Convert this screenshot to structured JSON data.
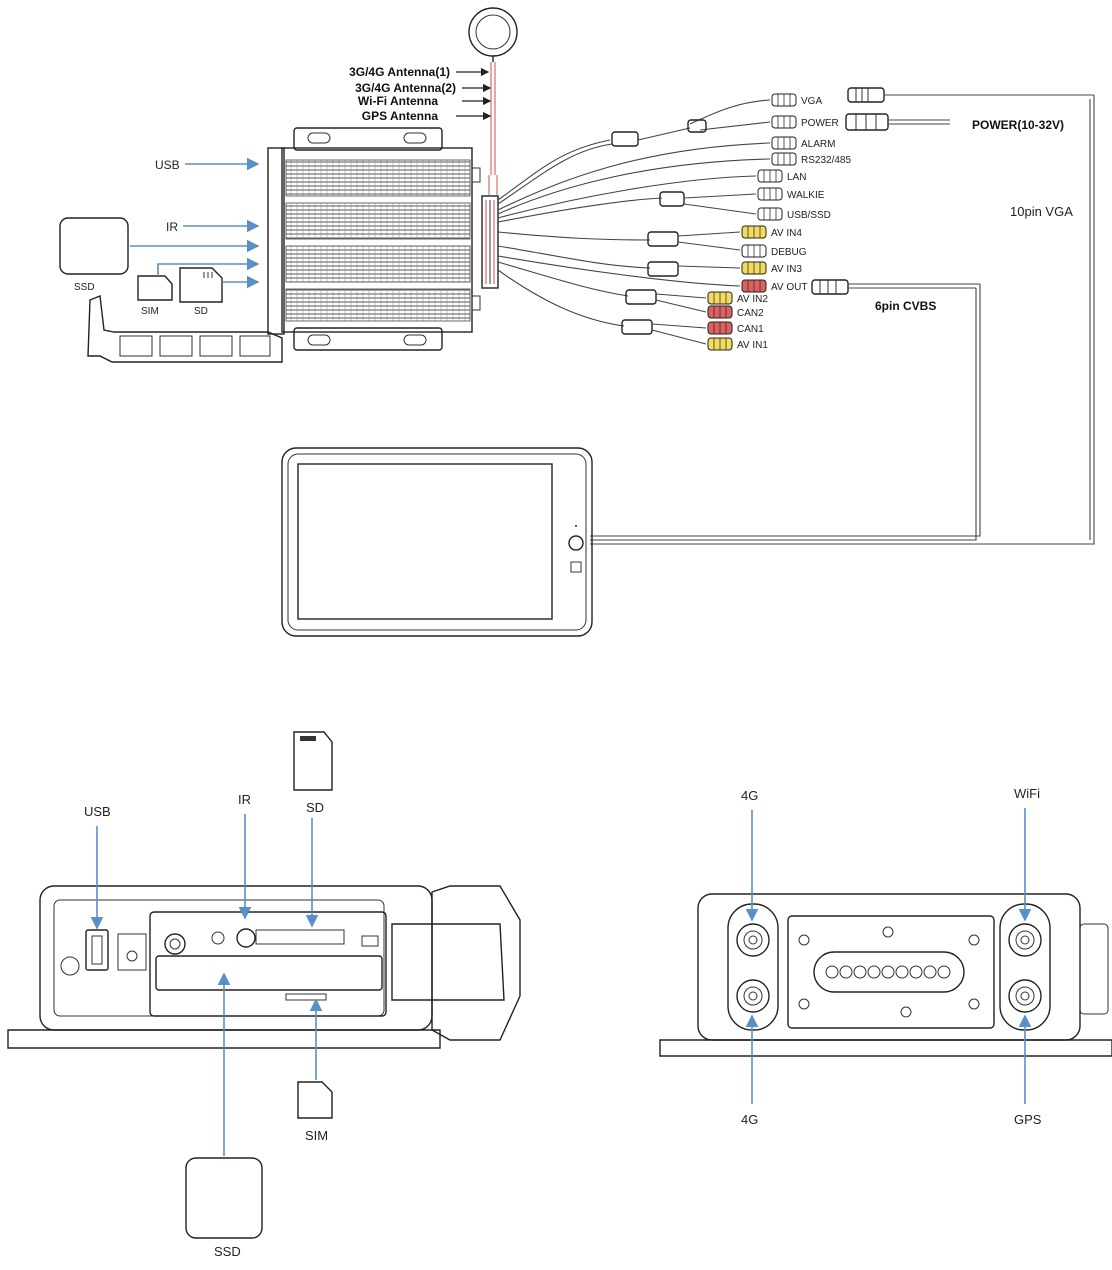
{
  "top_diagram": {
    "antenna_labels": [
      "3G/4G Antenna(1)",
      "3G/4G Antenna(2)",
      "Wi-Fi Antenna",
      "GPS Antenna"
    ],
    "left_labels": {
      "usb": "USB",
      "ir": "IR",
      "ssd": "SSD",
      "sim": "SIM",
      "sd": "SD"
    },
    "connectors": [
      {
        "label": "VGA",
        "color": "gray"
      },
      {
        "label": "POWER",
        "color": "gray"
      },
      {
        "label": "ALARM",
        "color": "gray"
      },
      {
        "label": "RS232/485",
        "color": "gray"
      },
      {
        "label": "LAN",
        "color": "gray"
      },
      {
        "label": "WALKIE",
        "color": "gray"
      },
      {
        "label": "USB/SSD",
        "color": "gray"
      },
      {
        "label": "AV IN4",
        "color": "yellow"
      },
      {
        "label": "DEBUG",
        "color": "gray"
      },
      {
        "label": "AV IN3",
        "color": "yellow"
      },
      {
        "label": "AV OUT",
        "color": "red"
      },
      {
        "label": "AV IN2",
        "color": "yellow"
      },
      {
        "label": "CAN2",
        "color": "red"
      },
      {
        "label": "CAN1",
        "color": "red"
      },
      {
        "label": "AV IN1",
        "color": "yellow"
      }
    ],
    "power_label": "POWER(10-32V)",
    "vga_label": "10pin VGA",
    "cvbs_label": "6pin CVBS"
  },
  "front_panel": {
    "usb": "USB",
    "ir": "IR",
    "sd": "SD",
    "sim": "SIM",
    "ssd": "SSD"
  },
  "rear_panel": {
    "top_left": "4G",
    "top_right": "WiFi",
    "bottom_left": "4G",
    "bottom_right": "GPS"
  },
  "colors": {
    "arrow": "#5b8fc7",
    "yellow_connector": "#f2dc5d",
    "red_connector": "#e06060",
    "antenna_cable": "#d84a4a"
  }
}
